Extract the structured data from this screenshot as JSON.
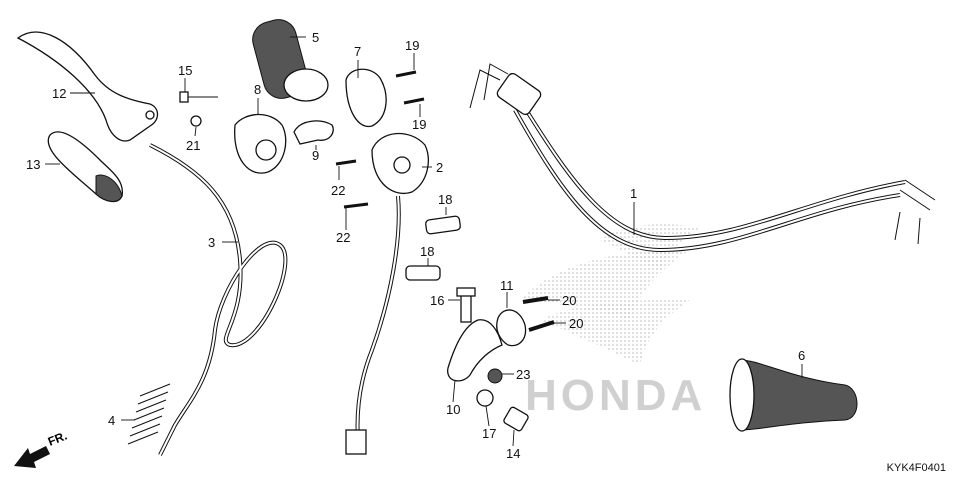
{
  "diagram": {
    "code": "KYK4F0401",
    "fr_label": "FR.",
    "watermark": "HONDA",
    "callouts": {
      "c1": "1",
      "c2": "2",
      "c3": "3",
      "c4": "4",
      "c5": "5",
      "c6": "6",
      "c7": "7",
      "c8": "8",
      "c9": "9",
      "c10": "10",
      "c11": "11",
      "c12": "12",
      "c13": "13",
      "c14": "14",
      "c15": "15",
      "c16": "16",
      "c17": "17",
      "c18a": "18",
      "c18b": "18",
      "c19a": "19",
      "c19b": "19",
      "c20a": "20",
      "c20b": "20",
      "c21": "21",
      "c22a": "22",
      "c22b": "22",
      "c23": "23"
    }
  }
}
